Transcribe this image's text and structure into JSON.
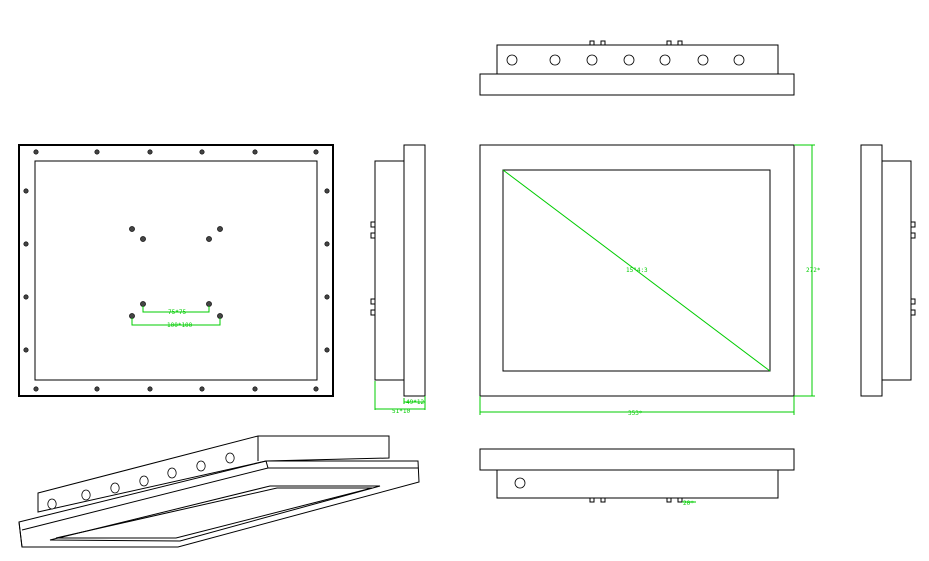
{
  "colors": {
    "line": "#000000",
    "dimension": "#00cc00",
    "background": "#ffffff"
  },
  "dimensions": {
    "diagonal": "15\"4:3",
    "vesa_inner": "75*75",
    "vesa_outer": "100*100",
    "side_depth": "49*12",
    "side_total": "51*10",
    "front_height": "272*",
    "front_width": "353*",
    "bottom_note": "20*"
  },
  "views": {
    "top_ports": 7,
    "bottom_ports": 1
  }
}
